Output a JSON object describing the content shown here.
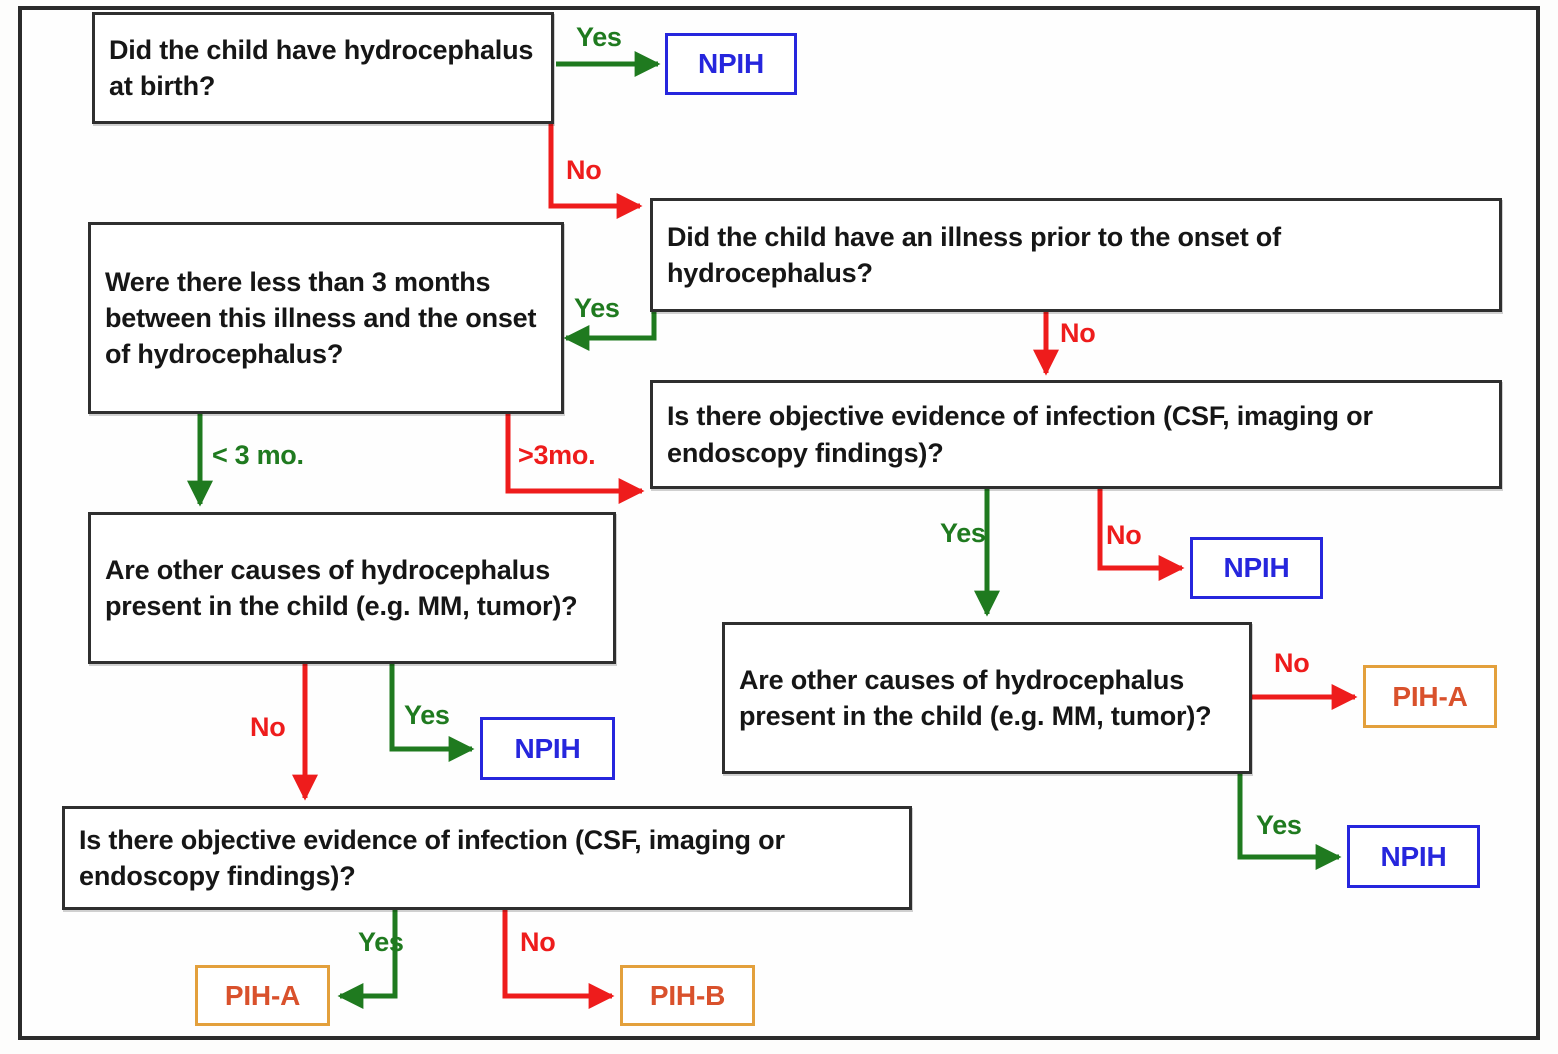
{
  "diagram": {
    "title": "Hydrocephalus etiology classification flowchart",
    "colors": {
      "yes_green": "#1f7a1f",
      "no_red": "#ee1c1c",
      "npih_blue": "#2626dd",
      "pih_orange_border": "#e3a03c",
      "pih_text": "#d9512c",
      "box_border": "#2f2f2f",
      "frame_border": "#2b2b2b"
    },
    "questions": [
      {
        "id": "q1",
        "text": "Did the child have hydrocephalus at birth?"
      },
      {
        "id": "q2",
        "text": "Did the child have an illness prior to the onset of hydrocephalus?"
      },
      {
        "id": "q3",
        "text": "Were there less than 3 months between this illness and the onset of hydrocephalus?"
      },
      {
        "id": "q4",
        "text": "Is there objective evidence of infection (CSF, imaging or endoscopy findings)?"
      },
      {
        "id": "q5",
        "text": "Are other causes of hydrocephalus present in the child (e.g. MM, tumor)?"
      },
      {
        "id": "q6",
        "text": "Are other causes of hydrocephalus present in the child (e.g. MM, tumor)?"
      },
      {
        "id": "q7",
        "text": "Is there objective evidence of infection (CSF, imaging or endoscopy findings)?"
      }
    ],
    "terminals": [
      {
        "id": "t1",
        "label": "NPIH",
        "kind": "npih"
      },
      {
        "id": "t2",
        "label": "NPIH",
        "kind": "npih"
      },
      {
        "id": "t3",
        "label": "NPIH",
        "kind": "npih"
      },
      {
        "id": "t4",
        "label": "PIH-A",
        "kind": "pih"
      },
      {
        "id": "t5",
        "label": "NPIH",
        "kind": "npih"
      },
      {
        "id": "t6",
        "label": "PIH-A",
        "kind": "pih"
      },
      {
        "id": "t7",
        "label": "PIH-B",
        "kind": "pih"
      }
    ],
    "edge_labels": {
      "q1_yes": "Yes",
      "q1_no": "No",
      "q2_yes": "Yes",
      "q2_no": "No",
      "q3_lt3": "< 3 mo.",
      "q3_gt3": ">3mo.",
      "q4_yes": "Yes",
      "q4_no": "No",
      "q5_yes": "Yes",
      "q5_no": "No",
      "q6_yes": "Yes",
      "q6_no": "No",
      "q7_yes": "Yes",
      "q7_no": "No"
    }
  }
}
